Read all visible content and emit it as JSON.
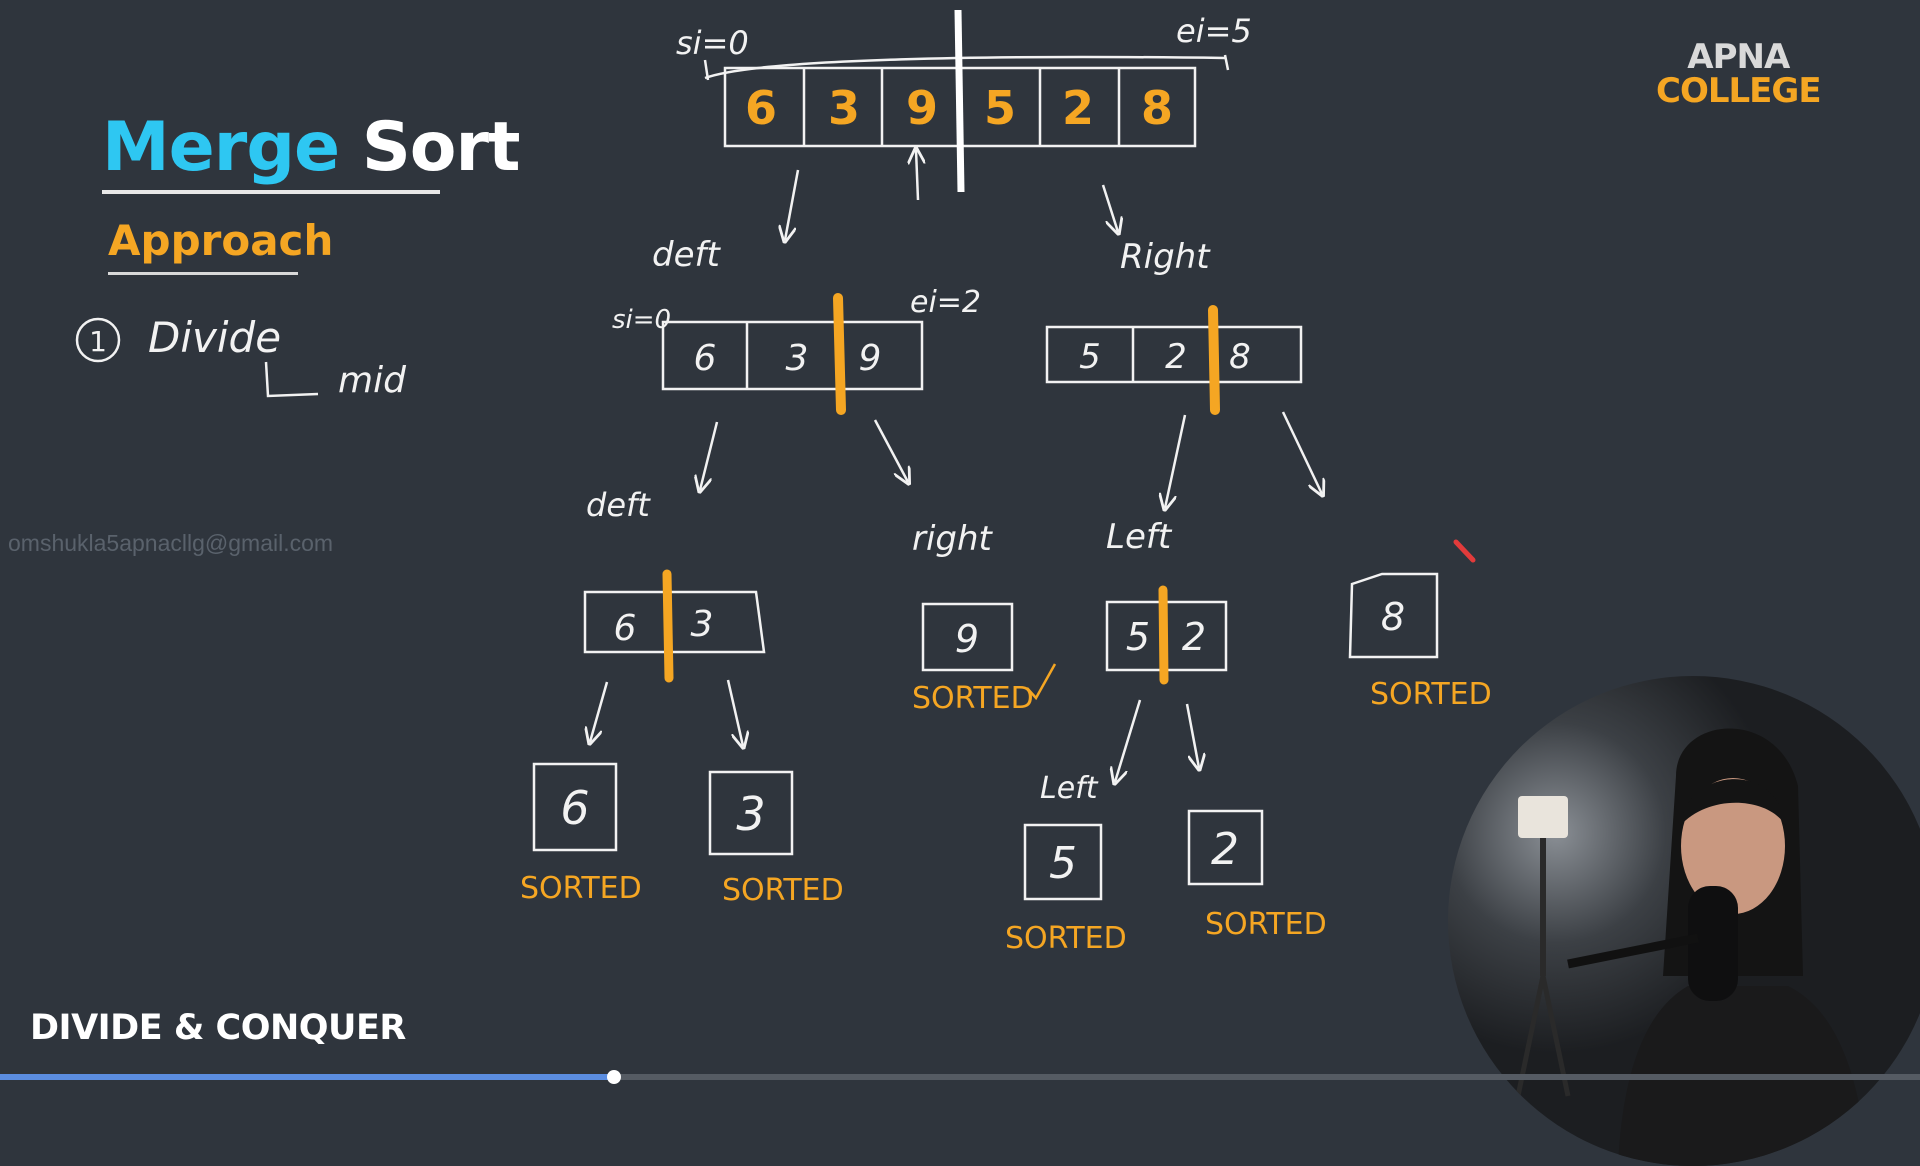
{
  "title": {
    "word1": "Merge",
    "word2": "Sort"
  },
  "subtitle": "Approach",
  "logo": {
    "line1": "APNA",
    "line2": "COLLEGE"
  },
  "watermark": "omshukla5apnacllg@gmail.com",
  "footer": "DIVIDE & CONQUER",
  "notes": {
    "step_number": "1",
    "divide": "Divide",
    "mid": "mid"
  },
  "progress": {
    "fraction": 0.32
  },
  "colors": {
    "accent": "#f5a623",
    "title_blue": "#2ec7f2",
    "background": "#2f353d",
    "ink": "#f2f2f2"
  },
  "diagram": {
    "top": {
      "values": [
        "6",
        "3",
        "9",
        "5",
        "2",
        "8"
      ],
      "si": "si=0",
      "ei": "ei=5"
    },
    "level1": {
      "left": {
        "label": "deft",
        "values": [
          "6",
          "3",
          "9"
        ],
        "si": "si=0",
        "ei": "ei=2"
      },
      "right": {
        "label": "Right",
        "values": [
          "5",
          "2",
          "8"
        ]
      }
    },
    "level2": {
      "left_left": {
        "label": "deft",
        "values": [
          "6",
          "3"
        ]
      },
      "left_right": {
        "label": "right",
        "values": [
          "9"
        ],
        "status": "SORTED"
      },
      "right_left": {
        "label": "Left",
        "values": [
          "5",
          "2"
        ]
      },
      "right_right": {
        "values": [
          "8"
        ],
        "status": "SORTED"
      }
    },
    "level3": {
      "n6": {
        "values": [
          "6"
        ],
        "status": "SORTED"
      },
      "n3": {
        "values": [
          "3"
        ],
        "status": "SORTED"
      },
      "n5": {
        "label": "Left",
        "values": [
          "5"
        ],
        "status": "SORTED"
      },
      "n2": {
        "values": [
          "2"
        ],
        "status": "SORTED"
      }
    }
  }
}
